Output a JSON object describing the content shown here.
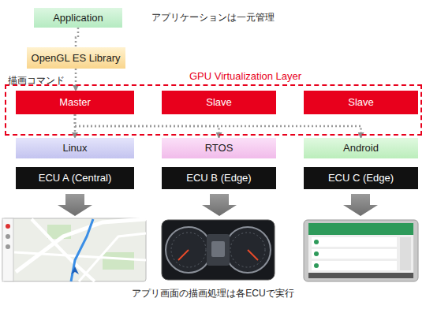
{
  "diagram": {
    "caption": "アプリ画面の描画処理は各ECUで実行",
    "nodes": [
      {
        "text": [
          "Application"
        ]
      },
      {
        "text": [
          "OpenGL ES Library"
        ]
      },
      {
        "text": [
          "GPU Virtualization Layer"
        ]
      },
      {
        "text": [
          "Master"
        ],
        "in": 2
      },
      {
        "text": [
          "Slave"
        ],
        "in": 2
      },
      {
        "text": [
          "Slave"
        ],
        "in": 2
      },
      {
        "text": [
          "Linux"
        ]
      },
      {
        "text": [
          "RTOS"
        ]
      },
      {
        "text": [
          "Android"
        ]
      },
      {
        "text": [
          "ECU A (Central)"
        ]
      },
      {
        "text": [
          "ECU B (Edge)"
        ]
      },
      {
        "text": [
          "ECU C (Edge)"
        ]
      }
    ],
    "edges": [
      {
        "from": 0,
        "to": 1,
        "arrow": "none"
      },
      {
        "from": 1,
        "to": 3,
        "arrow": "to"
      },
      {
        "from": 3,
        "to": 6,
        "arrow": "to"
      },
      {
        "from": 3,
        "to": 7,
        "arrow": "to"
      },
      {
        "from": 3,
        "to": 8,
        "arrow": "to"
      }
    ],
    "labels": [
      "アプリケーションは一元管理",
      "描画コマンド"
    ]
  }
}
